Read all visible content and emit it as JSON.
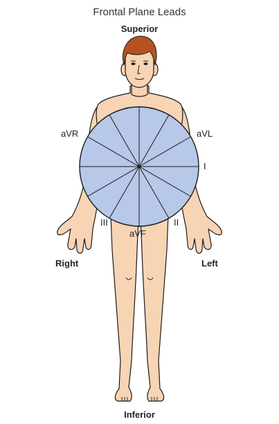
{
  "title": "Frontal Plane Leads",
  "directions": {
    "superior": "Superior",
    "inferior": "Inferior",
    "right": "Right",
    "left": "Left"
  },
  "leads": {
    "avr": "aVR",
    "avl": "aVL",
    "i": "I",
    "ii": "II",
    "iii": "III",
    "avf": "aVF"
  },
  "colors": {
    "skin": "#f7d4b4",
    "outline": "#1a1a1a",
    "hair": "#b5521f",
    "circle_fill": "#b7c8e8"
  }
}
